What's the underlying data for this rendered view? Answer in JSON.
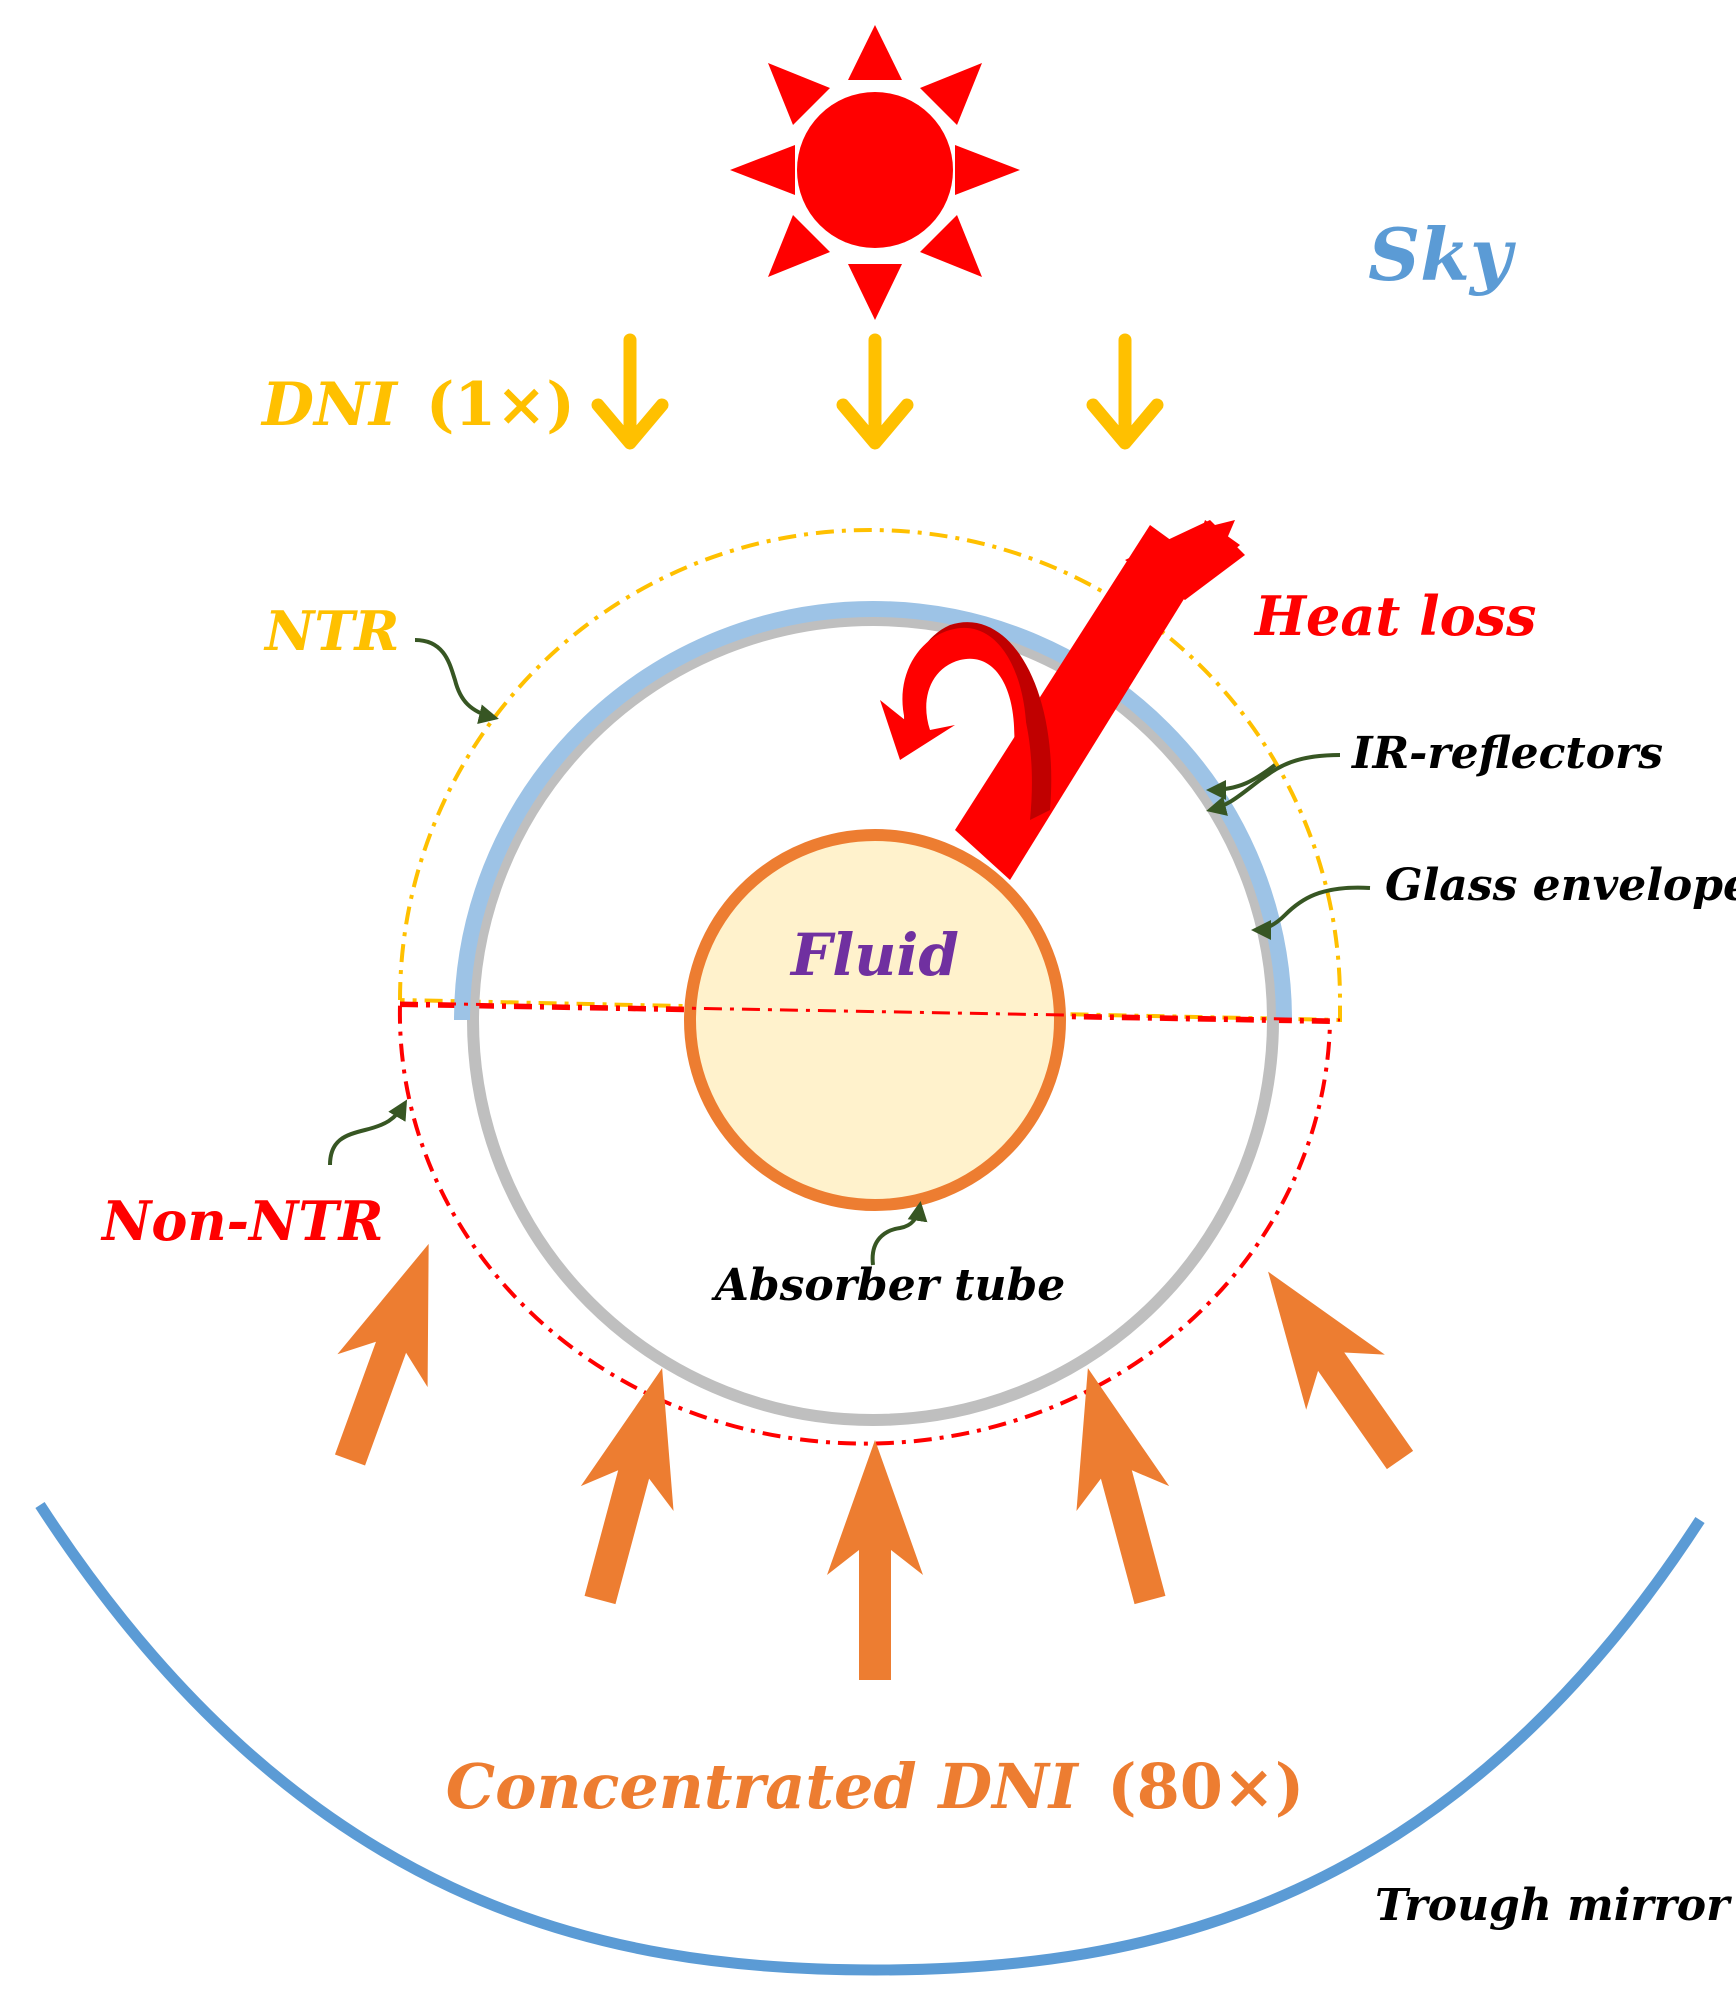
{
  "labels": {
    "sky": "Sky",
    "dni_text": "DNI",
    "dni_mult": "(1×)",
    "ntr": "NTR",
    "non_ntr": "Non-NTR",
    "heat_loss": "Heat loss",
    "ir_reflectors": "IR-reflectors",
    "glass_envelope": "Glass envelope",
    "fluid": "Fluid",
    "absorber_tube": "Absorber tube",
    "cdni_text": "Concentrated DNI",
    "cdni_mult": "(80×)",
    "trough_mirror": "Trough mirror"
  },
  "colors": {
    "sun": "#ff0000",
    "dni_arrow": "#ffc000",
    "concentrated_arrow": "#ed7d31",
    "heat_loss": "#ff0000",
    "ir_reflector": "#9dc3e6",
    "glass": "#bfbfbf",
    "absorber": "#ed7d31",
    "fluid_fill": "#fff2cc",
    "mirror": "#5b9bd5",
    "ntr_line": "#ffc000",
    "non_ntr_line": "#ff0000",
    "pointer": "#375623",
    "sky_text": "#5b9bd5",
    "fluid_text": "#7030a0"
  }
}
